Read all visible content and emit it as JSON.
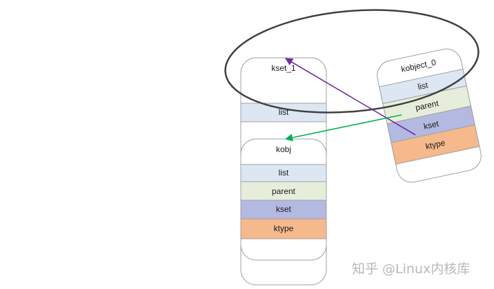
{
  "diagram": {
    "kset_box": {
      "title": "kset_1",
      "fields": [
        "list"
      ]
    },
    "kobj_box": {
      "title": "kobj",
      "fields": [
        "list",
        "parent",
        "kset",
        "ktype"
      ]
    },
    "kobject0_box": {
      "title": "kobject_0",
      "fields": [
        "list",
        "parent",
        "kset",
        "ktype"
      ]
    },
    "colors": {
      "list": "#dce7f3",
      "parent": "#e6eedb",
      "kset": "#b4b9e2",
      "ktype": "#f5b98c",
      "box_border": "#a0a0a0",
      "ellipse": "#404040",
      "purple_arrow": "#7030a0",
      "green_arrow": "#00b050"
    }
  },
  "watermark": "知乎 @Linux内核库"
}
